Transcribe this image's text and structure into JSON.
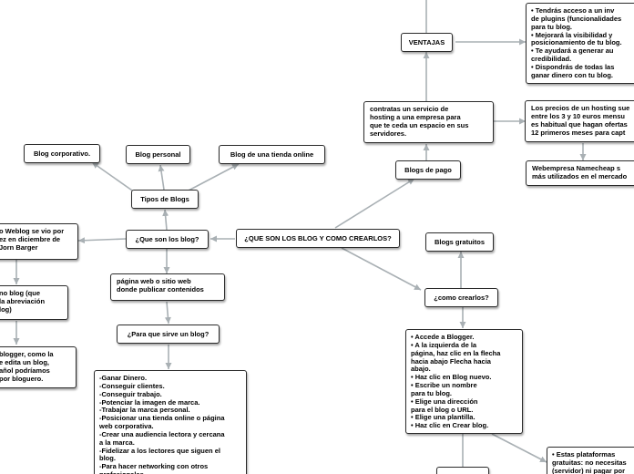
{
  "central": "¿QUE SON LOS BLOG Y COMO CREARLOS?",
  "ventajas": "VENTAJAS",
  "ventajas_list": "•      Tendrás acceso a un inv\nde plugins (funcionalidades \npara tu blog.\n•      Mejorará la visibilidad y\nposicionamiento de tu blog.\n•      Te ayudará a generar au\ncredibilidad.\n•      Dispondrás de todas las\nganar dinero con tu blog.",
  "contratas": "contratas un servicio de\nhosting a una empresa para\nque te ceda un espacio en sus\nservidores.",
  "precios": "Los precios de un hosting sue\nentre los 3 y 10 euros mensu\nes habitual que hagan ofertas\n12 primeros meses para capt",
  "webempresa": "Webempresa   Namecheap s\nmás utilizados en el mercado",
  "blogs_pago": "Blogs de pago",
  "blogs_gratuitos": "Blogs gratuitos",
  "como_crearlos": "¿como crearlos?",
  "pasos": "•      Accede a Blogger.\n•      A la izquierda de la\npágina, haz clic en la flecha\nhacia abajo Flecha hacia\nabajo.\n•      Haz clic en Blog nuevo.\n•      Escribe un nombre\npara tu blog.\n•      Elige una dirección\npara el blog o URL.\n•      Elige una plantilla.\n•      Haz clic en Crear blog.",
  "plataformas": "•      Estas plataformas\ngratuitas: no necesitas\n(servidor) ni pagar por",
  "tipos_blogs": "Tipos de Blogs",
  "blog_corporativo": "Blog corporativo.",
  "blog_personal": "Blog personal",
  "blog_tienda": "Blog de una tienda online",
  "que_son": "¿Que son los blog?",
  "weblog": "o Weblog se vio por\nez en diciembre de\nJorn Barger",
  "blogger_def": "no blog (que\nla abreviación\nlog)",
  "blogger_person": "blogger, como la\ne edita un blog,\nañol podríamos\npor bloguero.",
  "pagina_web": "página web o sitio web\ndonde publicar contenidos",
  "para_que": "¿Para que sirve un blog?",
  "usos": "-Ganar Dinero.\n-Conseguir clientes.\n-Conseguir trabajo.\n-Potenciar la imagen de marca.\n-Trabajar la marca personal.\n-Posicionar una tienda online o página\nweb corporativa.\n-Crear una audiencia lectora y cercana\na la marca.\n-Fidelizar a los lectores que siguen el\nblog.\n-Para hacer networking con otros\nprofesionales."
}
